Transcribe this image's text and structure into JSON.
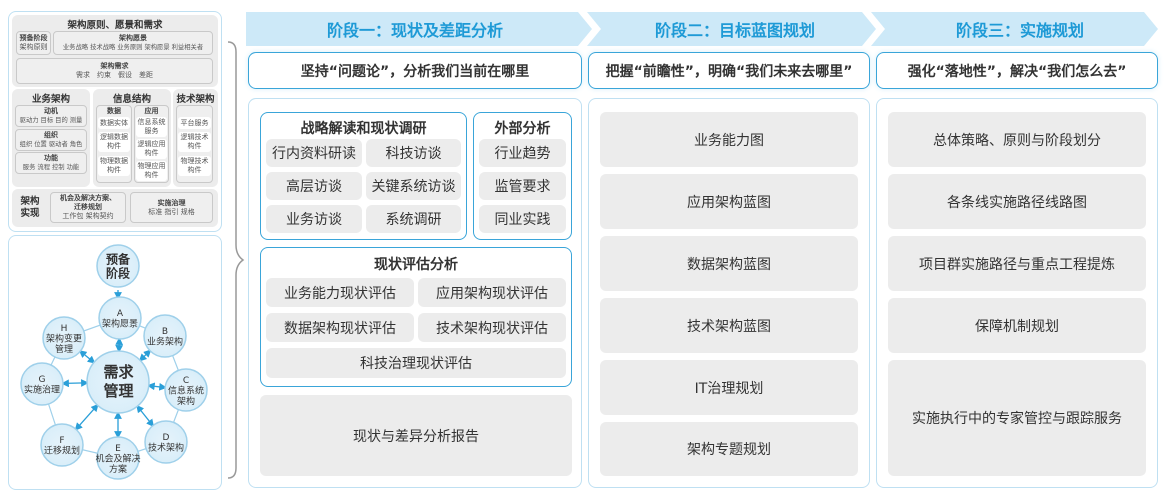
{
  "left_top": {
    "title": "架构原则、愿景和需求",
    "prelim": {
      "title": "预备阶段",
      "text": "架构原则"
    },
    "vision": {
      "title": "架构愿景",
      "text": "业务战略 技术战略 业务原则 架构愿景 利益相关者"
    },
    "requirements": {
      "title": "架构需求",
      "text": "需求　约束　假设　差距"
    },
    "business": {
      "title": "业务架构",
      "items": [
        {
          "title": "动机",
          "text": "驱动力 目标 目的 测量"
        },
        {
          "title": "组织",
          "text": "组织 位置 驱动者 角色"
        },
        {
          "title": "功能",
          "text": "服务 流程 控制 功能"
        }
      ]
    },
    "info": {
      "title": "信息结构",
      "data": {
        "title": "数据",
        "items": [
          "数据实体",
          "逻辑数据构件",
          "物理数据构件"
        ]
      },
      "app": {
        "title": "应用",
        "items": [
          "信息系统服务",
          "逻辑应用构件",
          "物理应用构件"
        ]
      }
    },
    "tech": {
      "title": "技术架构",
      "items": [
        "平台服务",
        "逻辑技术构件",
        "物理技术构件"
      ]
    },
    "impl": {
      "title": "架构实现",
      "opp": {
        "title": "机会及解决方案、迁移规划",
        "text": "工作包  架构契约"
      },
      "gov": {
        "title": "实施治理",
        "text": "标准  指引  规格"
      }
    }
  },
  "cycle": {
    "center": "需求管理",
    "prelim": "预备阶段",
    "phases": [
      {
        "letter": "A",
        "name": "架构愿景"
      },
      {
        "letter": "B",
        "name": "业务架构"
      },
      {
        "letter": "C",
        "name": "信息系统架构"
      },
      {
        "letter": "D",
        "name": "技术架构"
      },
      {
        "letter": "E",
        "name": "机会及解决方案"
      },
      {
        "letter": "F",
        "name": "迁移规划"
      },
      {
        "letter": "G",
        "name": "实施治理"
      },
      {
        "letter": "H",
        "name": "架构变更管理"
      }
    ]
  },
  "stages": [
    {
      "title": "阶段一：现状及差距分析",
      "subtitle": "坚持“问题论”，分析我们当前在哪里",
      "strategy": {
        "title": "战略解读和现状调研",
        "items": [
          "行内资料研读",
          "科技访谈",
          "高层访谈",
          "关键系统访谈",
          "业务访谈",
          "系统调研"
        ]
      },
      "external": {
        "title": "外部分析",
        "items": [
          "行业趋势",
          "监管要求",
          "同业实践"
        ]
      },
      "assessment": {
        "title": "现状评估分析",
        "items": [
          "业务能力现状评估",
          "应用架构现状评估",
          "数据架构现状评估",
          "技术架构现状评估",
          "科技治理现状评估"
        ]
      },
      "report": "现状与差异分析报告"
    },
    {
      "title": "阶段二：目标蓝图规划",
      "subtitle": "把握“前瞻性”，明确“我们未来去哪里”",
      "items": [
        "业务能力图",
        "应用架构蓝图",
        "数据架构蓝图",
        "技术架构蓝图",
        "IT治理规划",
        "架构专题规划"
      ]
    },
    {
      "title": "阶段三：实施规划",
      "subtitle": "强化“落地性”，解决“我们怎么去”",
      "items": [
        "总体策略、原则与阶段划分",
        "各条线实施路径线路图",
        "项目群实施路径与重点工程提炼",
        "保障机制规划",
        "实施执行中的专家管控与跟踪服务"
      ]
    }
  ],
  "colors": {
    "accent": "#3aa5d9",
    "header_bg": "#cde9f8",
    "header_text": "#1e9ad6",
    "box_gray": "#ececec"
  }
}
